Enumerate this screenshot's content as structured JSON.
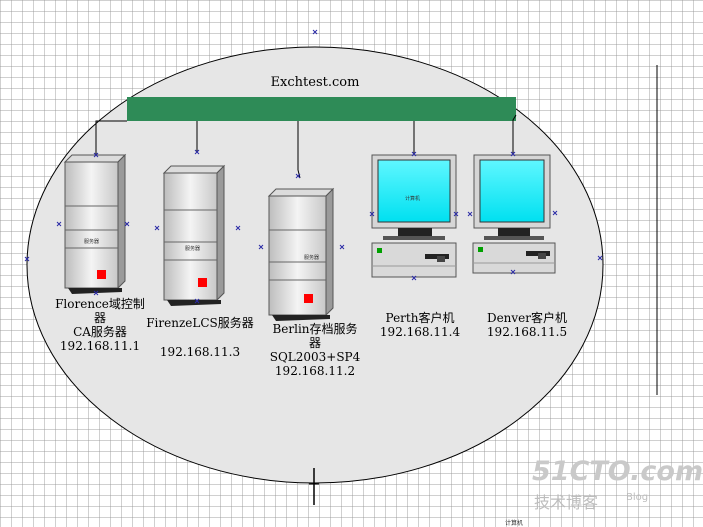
{
  "network": {
    "title": "Exchtest.com"
  },
  "servers": [
    {
      "id": "florence",
      "screen_text": "服务器",
      "label_lines": [
        "Florence域控制",
        "器",
        "CA服务器",
        "192.168.11.1"
      ]
    },
    {
      "id": "firenze",
      "screen_text": "服务器",
      "label_lines": [
        "FirenzeLCS服务器",
        "192.168.11.3"
      ]
    },
    {
      "id": "berlin",
      "screen_text": "服务器",
      "label_lines": [
        "Berlin存档服务",
        "器",
        "SQL2003+SP4",
        "192.168.11.2"
      ]
    }
  ],
  "clients": [
    {
      "id": "perth",
      "screen_text": "计算机",
      "label_lines": [
        "Perth客户机",
        "192.168.11.4"
      ]
    },
    {
      "id": "denver",
      "screen_text": "",
      "label_lines": [
        "Denver客户机",
        "192.168.11.5"
      ]
    }
  ],
  "watermark": {
    "brand": "51CTO.com",
    "subtitle": "技术博客",
    "blog": "Blog"
  },
  "corner_fragment": "计算机",
  "colors": {
    "network_bar": "#2e8b57",
    "ellipse_fill": "#e6e6e6",
    "screen": "#00ffff",
    "server_led": "#ff0000",
    "client_led": "#00a000"
  }
}
